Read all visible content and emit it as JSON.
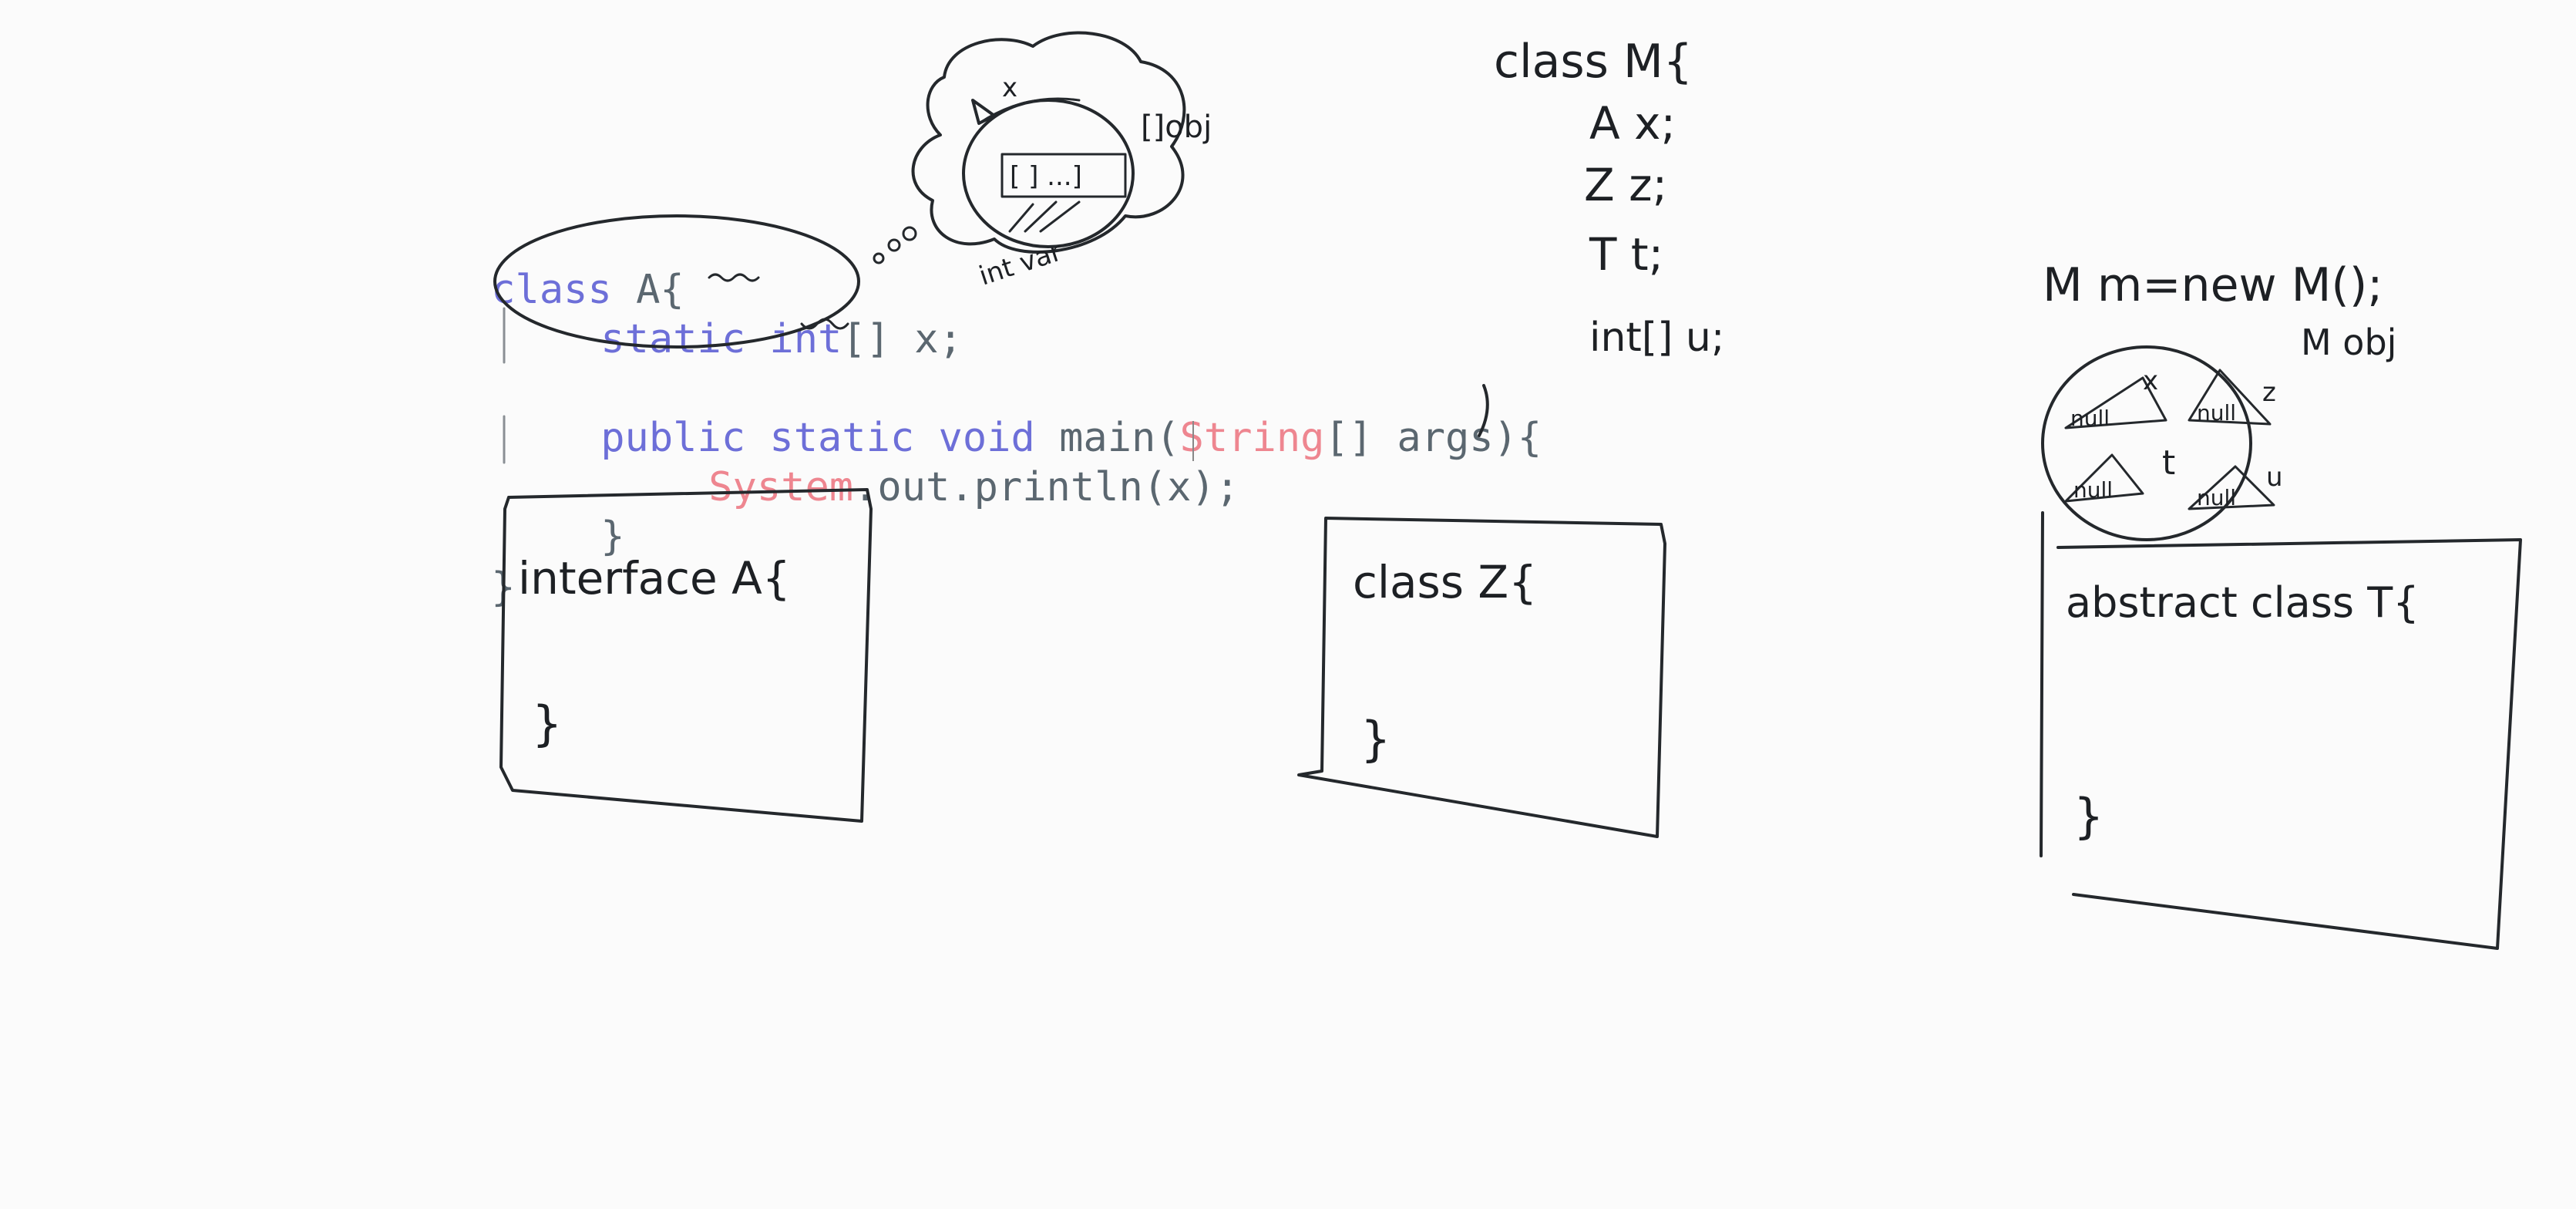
{
  "code": {
    "line1_kw": "class",
    "line1_rest": " A{",
    "line2_static": "static",
    "line2_int": "int",
    "line2_rest": "[] x;",
    "line3_public": "public",
    "line3_static": "static",
    "line3_void": "void",
    "line3_main": " main(",
    "line3_string": "String",
    "line3_rest": "[] args){",
    "line4_system": "System",
    "line4_rest": ".out.println(x);",
    "line5_brace": "}",
    "line6_brace": "}"
  },
  "sketches": {
    "cloud_x": "x",
    "cloud_array": "[ ] ...]",
    "cloud_obj": "[]obj",
    "cloud_intvar": "int var",
    "class_m_header": "class M{",
    "class_m_field1": "A  x;",
    "class_m_field2": "Z  z;",
    "class_m_field3": "T  t;",
    "class_m_field4": "int[]  u;",
    "m_new": "M m=new M();",
    "m_obj_label": "M obj",
    "null_label": "null",
    "var_x": "x",
    "var_z": "z",
    "var_t": "t",
    "var_u": "u",
    "interface_header": "interface  A{",
    "interface_close": "}",
    "class_z_header": "class  Z{",
    "class_z_close": "}",
    "abstract_header": "abstract class T{",
    "abstract_close": "}"
  },
  "colors": {
    "keyword": "#6d6fd8",
    "type": "#ee8690",
    "plain": "#5b6770",
    "ink": "#24282c",
    "background": "#fbfbfb"
  }
}
